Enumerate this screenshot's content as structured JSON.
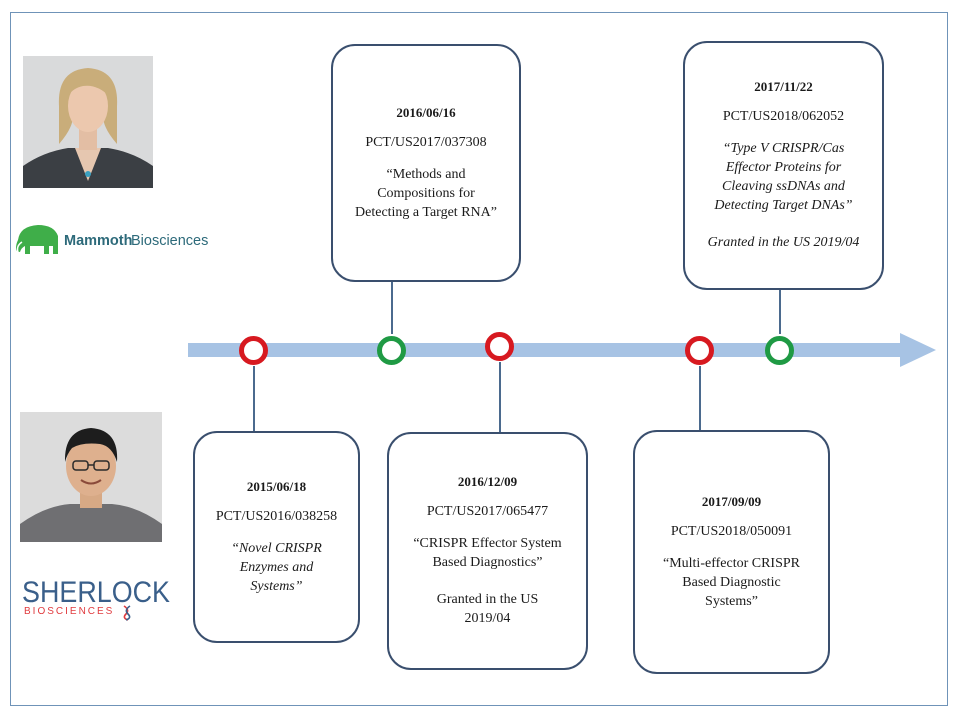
{
  "colors": {
    "axis": "#a7c3e4",
    "red_marker": "#d71920",
    "green_marker": "#1f9a44",
    "box_border": "#3a4f6e",
    "mammoth_green": "#3fae49",
    "sherlock_red": "#e03a3e"
  },
  "left_panel": {
    "mammoth_logo": {
      "text_bold": "Mammoth",
      "text_regular": "Biosciences",
      "icon": "mammoth-icon"
    },
    "sherlock_logo": {
      "name": "SHERLOCK",
      "sub": "BIOSCIENCES",
      "icon": "dna-helix-icon"
    }
  },
  "top_events": [
    {
      "date": "2016/06/16",
      "pct": "PCT/US2017/037308",
      "title": "“Methods and\nCompositions for\nDetecting a Target RNA”",
      "title_italic": false,
      "granted": "",
      "marker": "green"
    },
    {
      "date": "2017/11/22",
      "pct": "PCT/US2018/062052",
      "title": "“Type V CRISPR/Cas\nEffector Proteins for\nCleaving ssDNAs and\nDetecting Target DNAs”",
      "title_italic": true,
      "granted": "Granted in the US 2019/04",
      "marker": "green"
    }
  ],
  "bottom_events": [
    {
      "date": "2015/06/18",
      "pct": "PCT/US2016/038258",
      "title": "“Novel CRISPR\nEnzymes and\nSystems”",
      "title_italic": true,
      "granted": "",
      "marker": "red"
    },
    {
      "date": "2016/12/09",
      "pct": "PCT/US2017/065477",
      "title": "“CRISPR Effector System\nBased Diagnostics”",
      "title_italic": false,
      "granted": "Granted in the US\n2019/04",
      "marker": "red"
    },
    {
      "date": "2017/09/09",
      "pct": "PCT/US2018/050091",
      "title": "“Multi-effector CRISPR\nBased Diagnostic\nSystems”",
      "title_italic": false,
      "granted": "",
      "marker": "red"
    }
  ]
}
